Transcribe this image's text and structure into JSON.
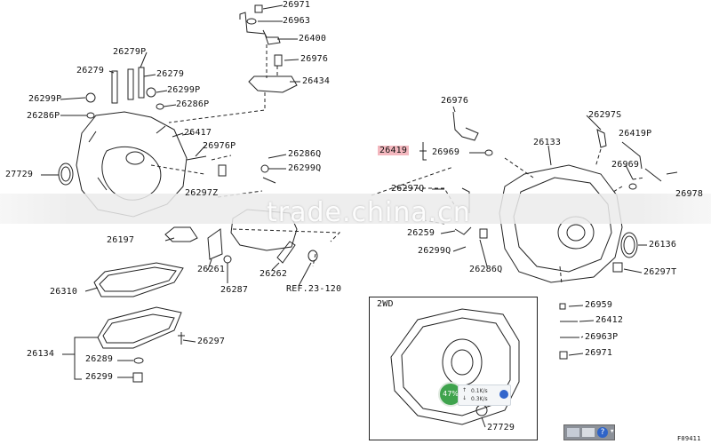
{
  "parts": [
    {
      "id": "p26971a",
      "text": "26971"
    },
    {
      "id": "p26963",
      "text": "26963"
    },
    {
      "id": "p26400",
      "text": "26400"
    },
    {
      "id": "p26976a",
      "text": "26976"
    },
    {
      "id": "p26434",
      "text": "26434"
    },
    {
      "id": "p26279P",
      "text": "26279P"
    },
    {
      "id": "p26279a",
      "text": "26279"
    },
    {
      "id": "p26279b",
      "text": "26279"
    },
    {
      "id": "p26299Pa",
      "text": "26299P"
    },
    {
      "id": "p26299Pb",
      "text": "26299P"
    },
    {
      "id": "p26286Pa",
      "text": "26286P"
    },
    {
      "id": "p26286Pb",
      "text": "26286P"
    },
    {
      "id": "p26417",
      "text": "26417"
    },
    {
      "id": "p26976P",
      "text": "26976P"
    },
    {
      "id": "p26286Q",
      "text": "26286Q"
    },
    {
      "id": "p26299Q",
      "text": "26299Q"
    },
    {
      "id": "p27729a",
      "text": "27729"
    },
    {
      "id": "p26297Za",
      "text": "26297Z"
    },
    {
      "id": "p26197",
      "text": "26197"
    },
    {
      "id": "p26261",
      "text": "26261"
    },
    {
      "id": "p26262",
      "text": "26262"
    },
    {
      "id": "p26287",
      "text": "26287"
    },
    {
      "id": "pREF",
      "text": "REF.23-120"
    },
    {
      "id": "p26310",
      "text": "26310"
    },
    {
      "id": "p26134",
      "text": "26134"
    },
    {
      "id": "p26297",
      "text": "26297"
    },
    {
      "id": "p26289",
      "text": "26289"
    },
    {
      "id": "p26299",
      "text": "26299"
    },
    {
      "id": "p26976b",
      "text": "26976"
    },
    {
      "id": "p26297S",
      "text": "26297S"
    },
    {
      "id": "p26419",
      "text": "26419"
    },
    {
      "id": "p26969a",
      "text": "26969"
    },
    {
      "id": "p26133",
      "text": "26133"
    },
    {
      "id": "p26419P",
      "text": "26419P"
    },
    {
      "id": "p26969b",
      "text": "26969"
    },
    {
      "id": "p26297Q",
      "text": "26297Q"
    },
    {
      "id": "p26259",
      "text": "26259"
    },
    {
      "id": "p26299Q2",
      "text": "26299Q"
    },
    {
      "id": "p26286Q2",
      "text": "26286Q"
    },
    {
      "id": "p26136",
      "text": "26136"
    },
    {
      "id": "p26297T",
      "text": "26297T"
    },
    {
      "id": "p26978",
      "text": "26978"
    },
    {
      "id": "p26959",
      "text": "26959"
    },
    {
      "id": "p26412",
      "text": "26412"
    },
    {
      "id": "p26963P",
      "text": "26963P"
    },
    {
      "id": "p26971b",
      "text": "26971"
    },
    {
      "id": "p27729b",
      "text": "27729"
    }
  ],
  "box_title": "2WD",
  "watermark": "trade.china.cn",
  "figure_id": "F09411",
  "overlay": {
    "gauge": "47%",
    "upload": "0.1K/s",
    "download": "0.3K/s"
  },
  "colors": {
    "highlight": "#f4b8bf",
    "line": "#222222",
    "gauge": "#3fa34d"
  }
}
